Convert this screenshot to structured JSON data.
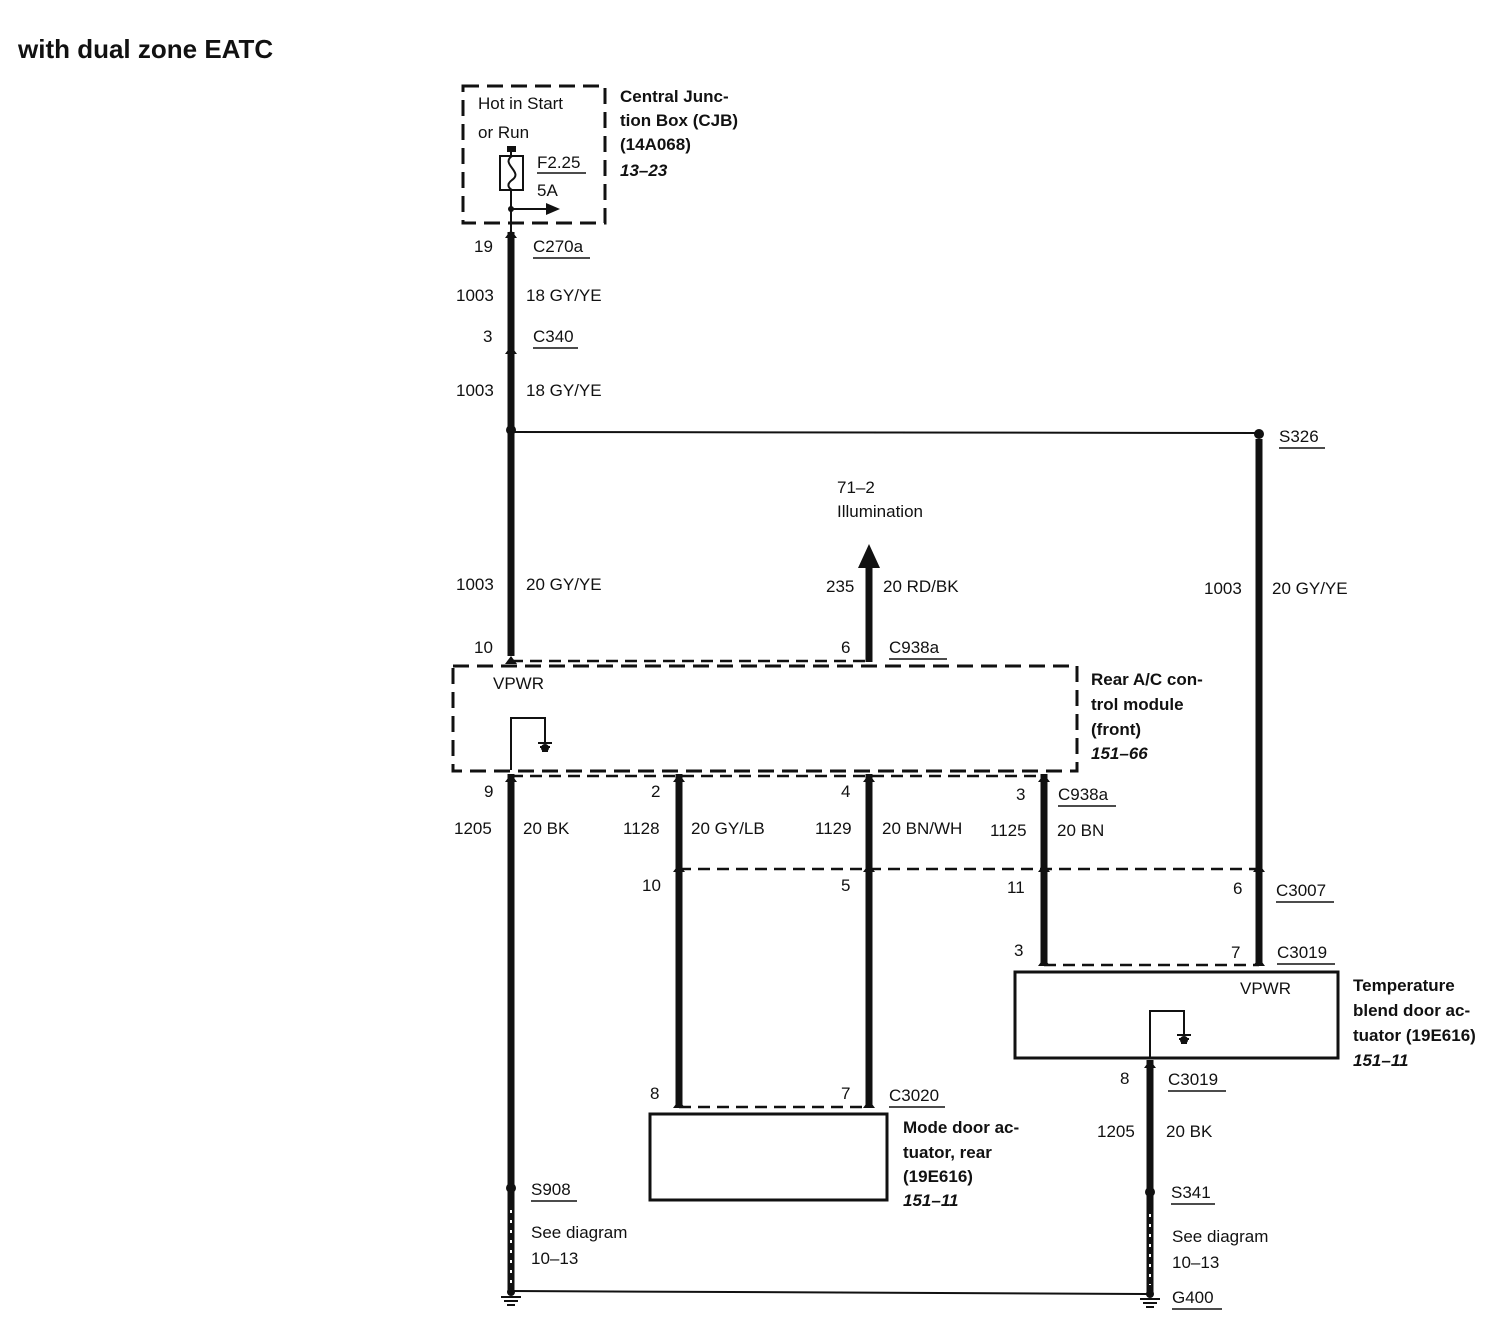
{
  "title": "with dual zone EATC",
  "cjb": {
    "hot_line1": "Hot in Start",
    "hot_line2": "or Run",
    "fuse_id": "F2.25",
    "fuse_rating": "5A",
    "name_line1": "Central Junc-",
    "name_line2": "tion Box (CJB)",
    "part_no": "(14A068)",
    "ref": "13–23"
  },
  "connectors": {
    "c270a": {
      "pin": "19",
      "label": "C270a"
    },
    "c340": {
      "pin": "3",
      "label": "C340"
    },
    "c938a_top_pin10": "10",
    "c938a_top_pin6": "6",
    "c938a_top_label": "C938a",
    "c938a_bottom_pin9": "9",
    "c938a_bottom_pin2": "2",
    "c938a_bottom_pin4": "4",
    "c938a_bottom_pin3": "3",
    "c938a_bottom_label": "C938a",
    "c3007": {
      "pin10": "10",
      "pin5": "5",
      "pin11": "11",
      "pin6": "6",
      "label": "C3007"
    },
    "c3019_top": {
      "pin3": "3",
      "pin7": "7",
      "label": "C3019"
    },
    "c3019_bottom": {
      "pin8": "8",
      "label": "C3019"
    },
    "c3020": {
      "pin8": "8",
      "pin7": "7",
      "label": "C3020"
    }
  },
  "wires": {
    "w1003_a": {
      "circuit": "1003",
      "gauge_color": "18 GY/YE"
    },
    "w1003_b": {
      "circuit": "1003",
      "gauge_color": "18 GY/YE"
    },
    "w1003_c": {
      "circuit": "1003",
      "gauge_color": "20 GY/YE"
    },
    "w1003_d": {
      "circuit": "1003",
      "gauge_color": "20 GY/YE"
    },
    "w235": {
      "circuit": "235",
      "gauge_color": "20 RD/BK"
    },
    "w1205_a": {
      "circuit": "1205",
      "gauge_color": "20 BK"
    },
    "w1128": {
      "circuit": "1128",
      "gauge_color": "20 GY/LB"
    },
    "w1129": {
      "circuit": "1129",
      "gauge_color": "20 BN/WH"
    },
    "w1125": {
      "circuit": "1125",
      "gauge_color": "20 BN"
    },
    "w1205_b": {
      "circuit": "1205",
      "gauge_color": "20 BK"
    }
  },
  "illumination": {
    "ref": "71–2",
    "label": "Illumination"
  },
  "splices": {
    "s326": "S326",
    "s908": "S908",
    "s341": "S341"
  },
  "ground": {
    "label": "G400"
  },
  "see_diagram": {
    "line1": "See diagram",
    "line2": "10–13"
  },
  "rear_ac_module": {
    "vpwr": "VPWR",
    "name_line1": "Rear A/C con-",
    "name_line2": "trol module",
    "name_line3": "(front)",
    "ref": "151–66"
  },
  "temp_blend_actuator": {
    "vpwr": "VPWR",
    "name_line1": "Temperature",
    "name_line2": "blend door ac-",
    "name_line3": "tuator (19E616)",
    "ref": "151–11"
  },
  "mode_door_actuator": {
    "name_line1": "Mode door ac-",
    "name_line2": "tuator, rear",
    "name_line3": "(19E616)",
    "ref": "151–11"
  }
}
